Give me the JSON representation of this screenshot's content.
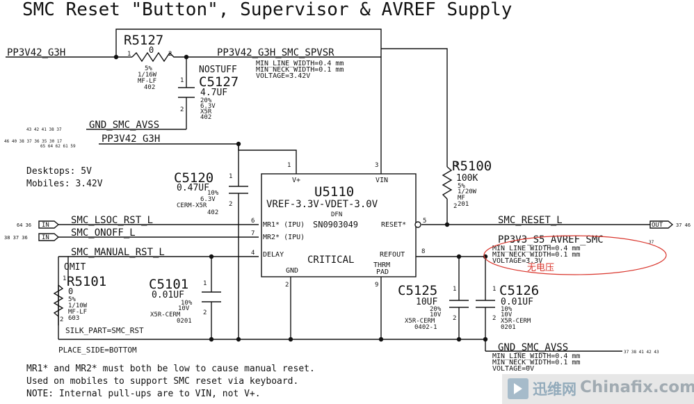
{
  "title": "SMC Reset \"Button\", Supervisor & AVREF Supply",
  "nets": {
    "pp3v42_g3h_left": "PP3V42_G3H",
    "pp3v42_g3h_smc_spvsr": "PP3V42_G3H_SMC_SPVSR",
    "gnd_smc_avss_top": "GND_SMC_AVSS",
    "pp3v42_g3h_mid": "PP3V42_G3H",
    "smc_lsoc_rst_l": "SMC_LSOC_RST_L",
    "smc_onoff_l": "SMC_ONOFF_L",
    "smc_manual_rst_l": "SMC_MANUAL_RST_L",
    "smc_reset_l": "SMC_RESET_L",
    "pp3v3_s5_avref_smc": "PP3V3_S5_AVREF_SMC",
    "gnd_smc_avss_bottom": "GND_SMC_AVSS"
  },
  "page_refs": {
    "gnd_top": "43 42 41 38 37",
    "pp3v42_row1": "46 40 38 37 36 35 30 17",
    "pp3v42_row2": "65 64 62 61 59",
    "lsoc": "64 36",
    "onoff": "38 37 36",
    "reset_out": "37 46",
    "avref": "37",
    "gnd_bottom": "37 38 41 42 43"
  },
  "ports": {
    "in": "IN",
    "out": "OUT"
  },
  "constraints": {
    "spvsr_1": "MIN_LINE_WIDTH=0.4 mm",
    "spvsr_2": "MIN_NECK_WIDTH=0.1 mm",
    "spvsr_3": "VOLTAGE=3.42V",
    "avref_1": "MIN_LINE_WIDTH=0.4 mm",
    "avref_2": "MIN_NECK_WIDTH=0.1 mm",
    "avref_3": "VOLTAGE=3.3V",
    "gnd_1": "MIN_LINE_WIDTH=0.4 mm",
    "gnd_2": "MIN_NECK_WIDTH=0.1 mm",
    "gnd_3": "VOLTAGE=0V"
  },
  "r5127": {
    "ref": "R5127",
    "value": "0",
    "p1": "1",
    "p2": "2",
    "tol": "5%",
    "power": "1/16W",
    "type": "MF-LF",
    "pkg": "402"
  },
  "c5127": {
    "stuff": "NOSTUFF",
    "ref": "C5127",
    "value": "4.7UF",
    "p1": "1",
    "p2": "2",
    "tol": "20%",
    "volt": "6.3V",
    "diel": "X5R",
    "pkg": "402"
  },
  "c5120": {
    "ref": "C5120",
    "value": "0.47UF",
    "p1": "1",
    "p2": "2",
    "tol": "10%",
    "volt": "6.3V",
    "type": "CERM-X5R",
    "pkg": "402"
  },
  "note_power": {
    "l1": "Desktops: 5V",
    "l2": "Mobiles: 3.42V"
  },
  "u5110": {
    "ref": "U5110",
    "func": "VREF-3.3V-VDET-3.0V",
    "pkg": "DFN",
    "part": "SN0903049",
    "critical": "CRITICAL",
    "pins": {
      "vplus": "V+",
      "vplus_n": "1",
      "vin": "VIN",
      "vin_n": "3",
      "mr1": "MR1* (IPU)",
      "mr1_n": "6",
      "mr2": "MR2* (IPU)",
      "mr2_n": "7",
      "delay": "DELAY",
      "delay_n": "4",
      "reset": "RESET*",
      "reset_n": "5",
      "refout": "REFOUT",
      "refout_n": "8",
      "gnd": "GND",
      "gnd_n": "2",
      "thrm1": "THRM",
      "thrm2": "PAD",
      "thrm_n": "9"
    }
  },
  "r5100": {
    "ref": "R5100",
    "value": "100K",
    "p1": "1",
    "p2": "2",
    "tol": "5%",
    "power": "1/20W",
    "type": "MF",
    "pkg": "201"
  },
  "r5101": {
    "omit": "OMIT",
    "ref": "R5101",
    "value": "0",
    "p1": "1",
    "p2": "2",
    "tol": "5%",
    "power": "1/10W",
    "type": "MF-LF",
    "pkg": "603",
    "silk": "SILK_PART=SMC_RST"
  },
  "c5101": {
    "ref": "C5101",
    "value": "0.01UF",
    "p1": "1",
    "p2": "2",
    "tol": "10%",
    "volt": "10V",
    "type": "X5R-CERM",
    "pkg": "0201"
  },
  "c5125": {
    "ref": "C5125",
    "value": "10UF",
    "p1": "1",
    "p2": "2",
    "tol": "20%",
    "volt": "10V",
    "type": "X5R-CERM",
    "pkg": "0402-1"
  },
  "c5126": {
    "ref": "C5126",
    "value": "0.01UF",
    "p1": "1",
    "p2": "2",
    "tol": "10%",
    "volt": "10V",
    "type": "X5R-CERM",
    "pkg": "0201"
  },
  "place_side": "PLACE_SIDE=BOTTOM",
  "notes": {
    "l1": "MR1* and MR2* must both be low to cause manual reset.",
    "l2": "Used on mobiles to support SMC reset via keyboard.",
    "l3": "NOTE: Internal pull-ups are to VIN, not V+."
  },
  "annotation": {
    "text": "无电压",
    "color": "#d9342b"
  },
  "watermark": {
    "cn": "迅维网",
    "en": "Chinafix.com"
  }
}
